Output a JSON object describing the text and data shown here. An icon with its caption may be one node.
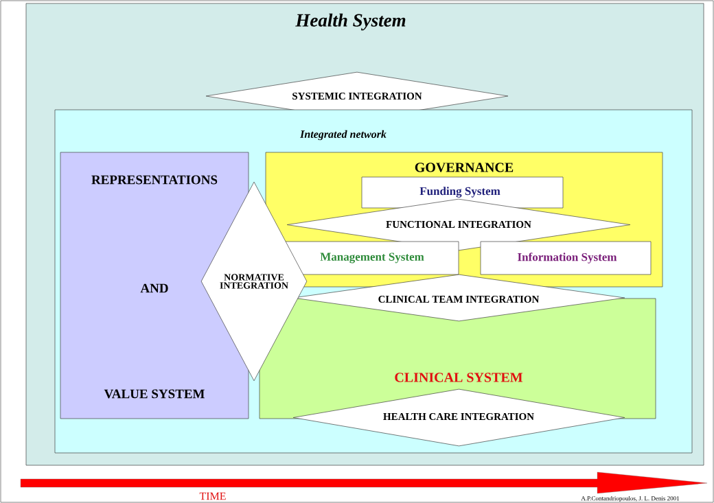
{
  "diagram": {
    "title": "Health System",
    "nodes": [
      {
        "text": [],
        "shape": "box"
      },
      {
        "text": [
          "SYSTEMIC INTEGRATION"
        ],
        "in": 0
      },
      {
        "text": [
          "Integrated network"
        ],
        "in": 0
      },
      {
        "text": [
          "REPRESENTATIONS",
          "AND",
          "VALUE SYSTEM"
        ],
        "in": 2
      },
      {
        "text": [
          "GOVERNANCE"
        ],
        "in": 2
      },
      {
        "text": [
          "Funding System"
        ],
        "in": 4
      },
      {
        "text": [
          "FUNCTIONAL INTEGRATION"
        ],
        "in": 4
      },
      {
        "text": [
          "Management System"
        ],
        "in": 4
      },
      {
        "text": [
          "Information System"
        ],
        "in": 4
      },
      {
        "text": [
          "NORMATIVE INTEGRATION"
        ],
        "in": 2
      },
      {
        "text": [
          "CLINICAL SYSTEM"
        ],
        "in": 2
      },
      {
        "text": [
          "CLINICAL TEAM INTEGRATION"
        ],
        "in": 2
      },
      {
        "text": [
          "HEALTH CARE INTEGRATION"
        ],
        "in": 2
      }
    ],
    "edges": [],
    "labels": [
      "TIME",
      "A.P.Contandriopoulos, J. L. Denis 2001"
    ]
  }
}
